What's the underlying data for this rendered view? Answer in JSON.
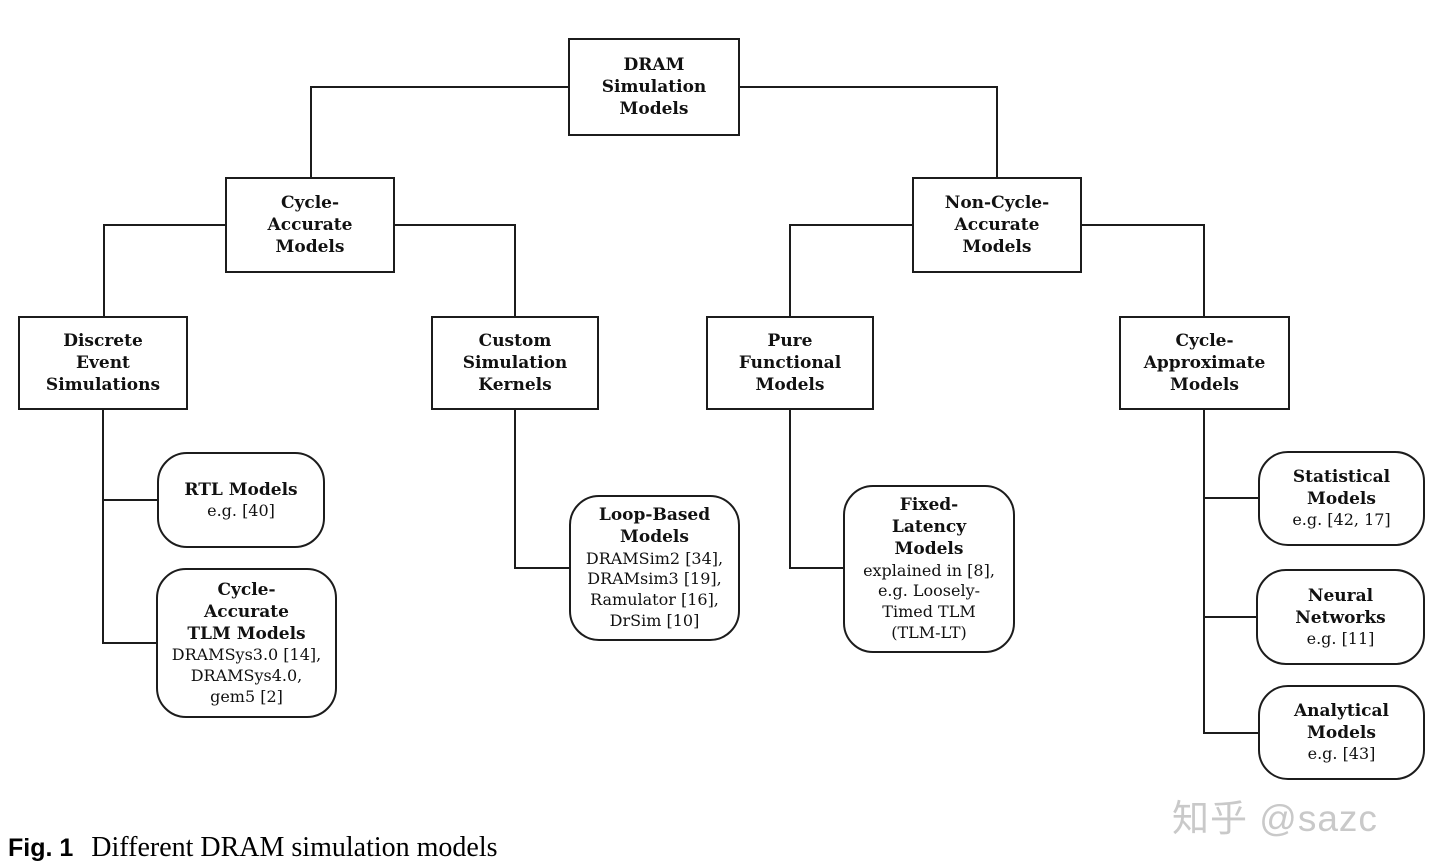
{
  "diagram": {
    "nodes": {
      "root": {
        "title": "DRAM\nSimulation\nModels"
      },
      "cycle_accurate": {
        "title": "Cycle-\nAccurate\nModels"
      },
      "non_cycle_accurate": {
        "title": "Non-Cycle-\nAccurate\nModels"
      },
      "discrete_event": {
        "title": "Discrete\nEvent\nSimulations"
      },
      "custom_kernels": {
        "title": "Custom\nSimulation\nKernels"
      },
      "pure_functional": {
        "title": "Pure\nFunctional\nModels"
      },
      "cycle_approximate": {
        "title": "Cycle-\nApproximate\nModels"
      },
      "rtl": {
        "title": "RTL Models",
        "detail": "e.g. [40]"
      },
      "ca_tlm": {
        "title": "Cycle-\nAccurate\nTLM Models",
        "detail": "DRAMSys3.0 [14],\nDRAMSys4.0,\ngem5 [2]"
      },
      "loop_based": {
        "title": "Loop-Based\nModels",
        "detail": "DRAMSim2 [34],\nDRAMsim3 [19],\nRamulator [16],\nDrSim [10]"
      },
      "fixed_latency": {
        "title": "Fixed-\nLatency\nModels",
        "detail": "explained in [8],\ne.g. Loosely-\nTimed TLM\n(TLM-LT)"
      },
      "statistical": {
        "title": "Statistical\nModels",
        "detail": "e.g. [42, 17]"
      },
      "neural": {
        "title": "Neural\nNetworks",
        "detail": "e.g. [11]"
      },
      "analytical": {
        "title": "Analytical\nModels",
        "detail": "e.g. [43]"
      }
    },
    "caption": {
      "label": "Fig. 1",
      "text": "Different DRAM simulation models"
    },
    "watermark": "知乎 @sazc",
    "colors": {
      "line": "#1c1c1c",
      "box_border": "#1c1c1c",
      "background": "#ffffff",
      "watermark": "#c9c9c9"
    }
  }
}
